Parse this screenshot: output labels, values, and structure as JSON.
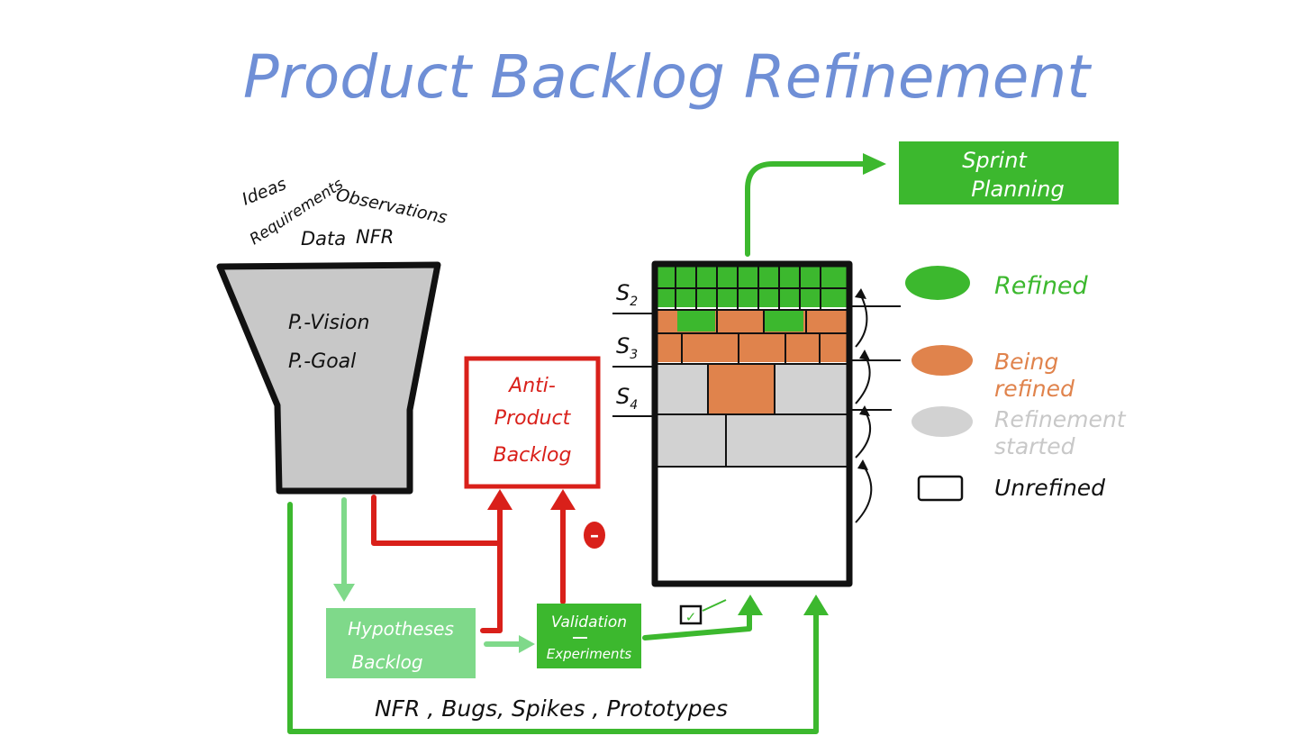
{
  "title": "Product Backlog Refinement",
  "inputs": {
    "ideas": "Ideas",
    "requirements": "Requirements",
    "observations": "Observations",
    "data": "Data",
    "nfr": "NFR"
  },
  "funnel": {
    "line1": "P.-Vision",
    "line2": "P.-Goal"
  },
  "anti_backlog": {
    "line1": "Anti-",
    "line2": "Product",
    "line3": "Backlog"
  },
  "minus_sign": "–",
  "hypotheses": {
    "line1": "Hypotheses",
    "line2": "Backlog"
  },
  "validation": {
    "line1": "Validation",
    "line2": "Experiments"
  },
  "sprint_planning": {
    "line1": "Sprint",
    "line2": "Planning"
  },
  "sprint_labels": {
    "s2": "S",
    "s2_sub": "2",
    "s3": "S",
    "s3_sub": "3",
    "s4": "S",
    "s4_sub": "4"
  },
  "legend": {
    "refined": "Refined",
    "being_refined_1": "Being",
    "being_refined_2": "refined",
    "started_1": "Refinement",
    "started_2": "started",
    "unrefined": "Unrefined"
  },
  "bottom_label": "NFR , Bugs, Spikes , Prototypes",
  "checkbox_mark": "✓",
  "colors": {
    "title": "#6f8fd6",
    "dark_green": "#3cb82e",
    "light_green": "#7fd98a",
    "red": "#d9201a",
    "orange": "#e0834c",
    "grey": "#d2d2d2",
    "funnel_grey": "#c8c8c8",
    "refined_text": "#3cb82e",
    "being_text": "#e0834c",
    "started_text": "#c8c8c8"
  }
}
